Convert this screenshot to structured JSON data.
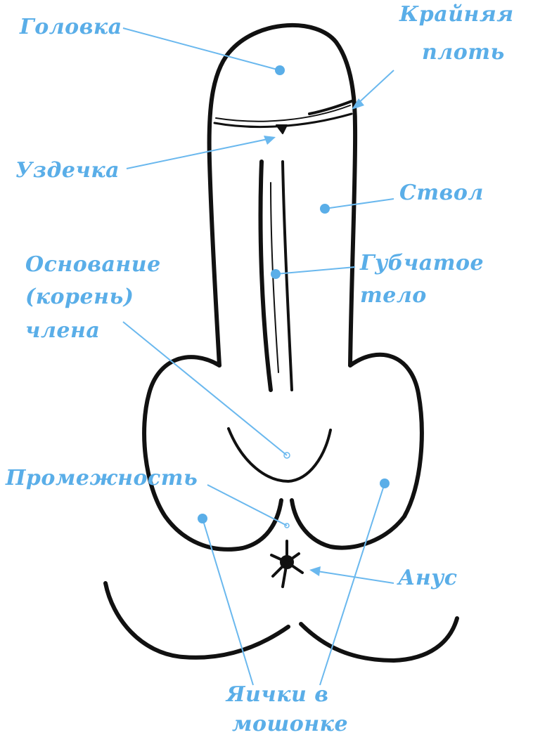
{
  "colors": {
    "label": "#5aaee8",
    "leader": "#6ab8ee",
    "drawing": "#111111"
  },
  "labels": {
    "glans": "Головка",
    "foreskin_line1": "Крайняя",
    "foreskin_line2": "плоть",
    "frenulum": "Уздечка",
    "shaft": "Ствол",
    "spongy_line1": "Губчатое",
    "spongy_line2": "тело",
    "base_line1": "Основание",
    "base_line2": "(корень)",
    "base_line3": "члена",
    "perineum": "Промежность",
    "anus": "Анус",
    "testicles_line1": "Яички в",
    "testicles_line2": "мошонке"
  }
}
